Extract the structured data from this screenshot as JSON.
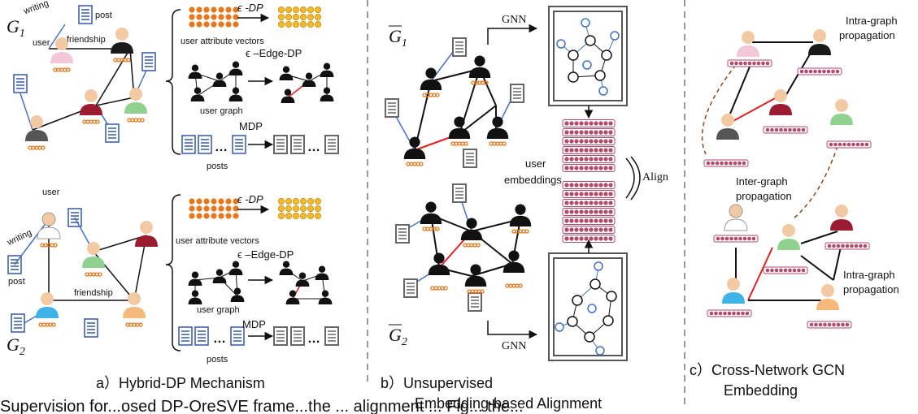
{
  "panel_a": {
    "g1_label": "G",
    "g1_sub": "1",
    "g2_label": "G",
    "g2_sub": "2",
    "writing_1": "writing",
    "post_1": "post",
    "user_1": "user",
    "friendship_1": "friendship",
    "eps_dp_1": "ϵ -DP",
    "attr_vectors_1": "user attribute vectors",
    "eps_edge_dp_1": "ϵ –Edge-DP",
    "user_graph_1": "user graph",
    "mdp_1": "MDP",
    "posts_1": "posts",
    "dots_1a": "…",
    "dots_1b": "…",
    "user_2": "user",
    "writing_2": "writing",
    "post_2": "post",
    "friendship_2": "friendship",
    "eps_dp_2": "ϵ -DP",
    "attr_vectors_2": "user attribute vectors",
    "eps_edge_dp_2": "ϵ –Edge-DP",
    "user_graph_2": "user graph",
    "mdp_2": "MDP",
    "posts_2": "posts",
    "dots_2a": "…",
    "dots_2b": "…",
    "caption": "a）Hybrid-DP Mechanism"
  },
  "panel_b": {
    "g1_label": "G",
    "g1_sub": "1",
    "g2_label": "G",
    "g2_sub": "2",
    "gnn_top": "GNN",
    "gnn_bottom": "GNN",
    "user_emb_1": "user",
    "user_emb_2": "embeddings",
    "align": "Align",
    "caption_1": "b）Unsupervised",
    "caption_2": "Embedding-based Alignment"
  },
  "panel_c": {
    "intra_top_1": "Intra-graph",
    "intra_top_2": "propagation",
    "inter_1": "Inter-graph",
    "inter_2": "propagation",
    "intra_bot_1": "Intra-graph",
    "intra_bot_2": "propagation",
    "caption_1": "c）Cross-Network GCN",
    "caption_2": "Embedding"
  },
  "bottom_fragment": "Supervision for...osed DP-OreSVE frame...the ... alignment ... Fig... the...",
  "colors": {
    "orange_dot": "#E8761C",
    "yellow_dot": "#F5B82E",
    "blue_line": "#4472C4",
    "red_line": "#E02020",
    "emb_row": "#B24A6A",
    "dashed_brown": "#8B4513",
    "divider": "#999999"
  }
}
